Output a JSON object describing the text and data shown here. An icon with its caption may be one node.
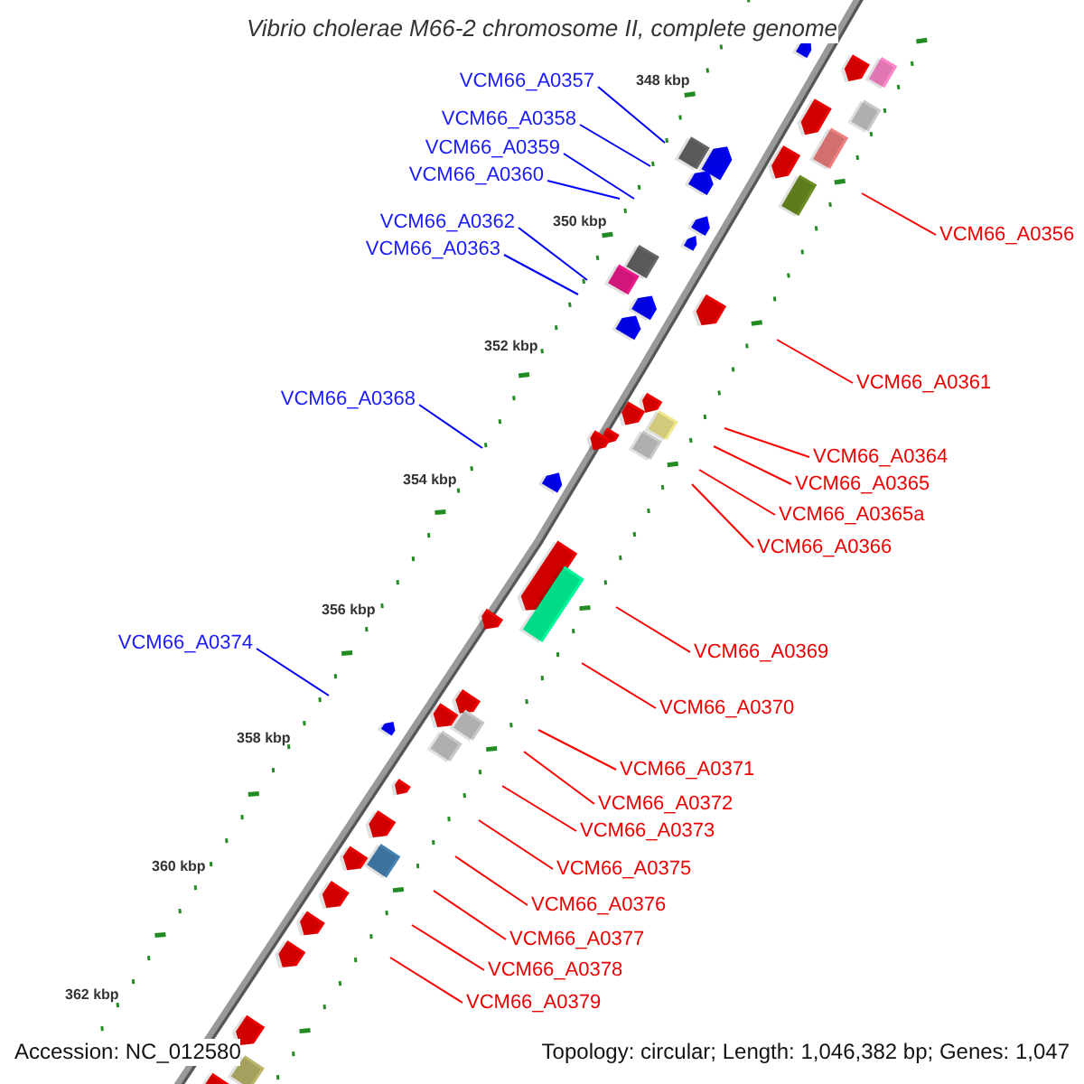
{
  "diagram": {
    "title": "Vibrio cholerae M66-2 chromosome II, complete genome",
    "nodes": [
      {
        "text": [
          "VCM66_A0357"
        ]
      },
      {
        "text": [
          "VCM66_A0358"
        ]
      },
      {
        "text": [
          "VCM66_A0359"
        ]
      },
      {
        "text": [
          "VCM66_A0360"
        ]
      },
      {
        "text": [
          "VCM66_A0362"
        ]
      },
      {
        "text": [
          "VCM66_A0356"
        ]
      },
      {
        "text": [
          "VCM66_A0363"
        ]
      },
      {
        "text": [
          "VCM66_A0361"
        ]
      },
      {
        "text": [
          "VCM66_A0368"
        ]
      },
      {
        "text": [
          "VCM66_A0364"
        ]
      },
      {
        "text": [
          "VCM66_A0365"
        ]
      },
      {
        "text": [
          "VCM66_A0365a"
        ]
      },
      {
        "text": [
          "VCM66_A0366"
        ]
      },
      {
        "text": [
          "VCM66_A0374"
        ]
      },
      {
        "text": [
          "VCM66_A0369"
        ]
      },
      {
        "text": [
          "VCM66_A0370"
        ]
      },
      {
        "text": [
          "VCM66_A0371"
        ]
      },
      {
        "text": [
          "VCM66_A0372"
        ]
      },
      {
        "text": [
          "VCM66_A0373"
        ]
      },
      {
        "text": [
          "VCM66_A0375"
        ]
      },
      {
        "text": [
          "VCM66_A0376"
        ]
      },
      {
        "text": [
          "VCM66_A0377"
        ]
      },
      {
        "text": [
          "VCM66_A0378"
        ]
      },
      {
        "text": [
          "VCM66_A0379"
        ]
      }
    ],
    "edges": [
      {
        "from": 0,
        "to": null,
        "arrow": "none",
        "color": "#0000ff"
      },
      {
        "from": 1,
        "to": null,
        "arrow": "none",
        "color": "#0000ff"
      },
      {
        "from": 2,
        "to": null,
        "arrow": "none",
        "color": "#0000ff"
      },
      {
        "from": 3,
        "to": null,
        "arrow": "none",
        "color": "#0000ff"
      },
      {
        "from": 4,
        "to": null,
        "arrow": "none",
        "color": "#0000ff"
      },
      {
        "from": 5,
        "to": null,
        "arrow": "none"
      },
      {
        "from": 6,
        "to": null,
        "arrow": "none",
        "color": "#0000ff"
      },
      {
        "from": 7,
        "to": null,
        "arrow": "none"
      },
      {
        "from": 8,
        "to": null,
        "arrow": "none",
        "color": "#0000ff"
      },
      {
        "from": 9,
        "to": null,
        "arrow": "none"
      },
      {
        "from": 10,
        "to": null,
        "arrow": "none"
      },
      {
        "from": 11,
        "to": null,
        "arrow": "none"
      },
      {
        "from": 12,
        "to": null,
        "arrow": "none"
      },
      {
        "from": 13,
        "to": null,
        "arrow": "none",
        "color": "#0000ff"
      },
      {
        "from": 14,
        "to": null,
        "arrow": "none"
      },
      {
        "from": 15,
        "to": null,
        "arrow": "none"
      },
      {
        "from": 16,
        "to": null,
        "arrow": "none"
      },
      {
        "from": 17,
        "to": null,
        "arrow": "none"
      },
      {
        "from": 18,
        "to": null,
        "arrow": "none"
      },
      {
        "from": 19,
        "to": null,
        "arrow": "none"
      },
      {
        "from": 20,
        "to": null,
        "arrow": "none"
      },
      {
        "from": 21,
        "to": null,
        "arrow": "none"
      },
      {
        "from": 22,
        "to": null,
        "arrow": "none"
      },
      {
        "from": 23,
        "to": null,
        "arrow": "none"
      }
    ],
    "labels": [
      "348 kbp",
      "350 kbp",
      "352 kbp",
      "354 kbp",
      "356 kbp",
      "358 kbp",
      "360 kbp",
      "362 kbp",
      "Accession: NC_012580",
      "Topology: circular; Length: 1,046,382 bp; Genes: 1,047"
    ]
  }
}
